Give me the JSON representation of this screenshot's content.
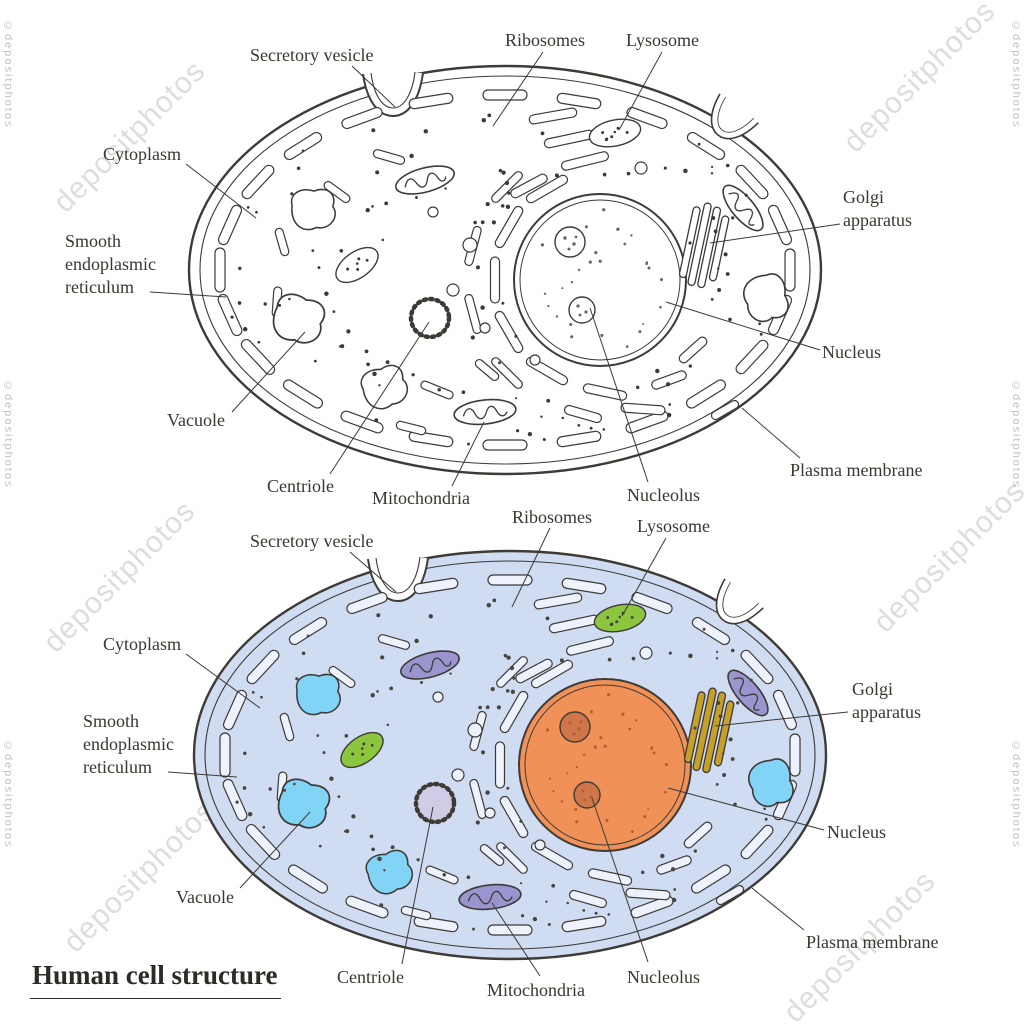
{
  "title": "Human cell structure",
  "watermark": {
    "text": "depositphotos",
    "copyright": "©"
  },
  "organelles": {
    "secretory_vesicle": "Secretory vesicle",
    "ribosomes": "Ribosomes",
    "lysosome": "Lysosome",
    "cytoplasm": "Cytoplasm",
    "golgi_apparatus": "Golgi apparatus",
    "smooth_er": "Smooth endoplasmic reticulum",
    "nucleus": "Nucleus",
    "vacuole": "Vacuole",
    "plasma_membrane": "Plasma membrane",
    "centriole": "Centriole",
    "mitochondria": "Mitochondria",
    "nucleolus": "Nucleolus"
  },
  "colors": {
    "cytoplasm": "#cfdcf2",
    "er": "#edf2fd",
    "nucleus": "#f09158",
    "nucleolus": "#cf764a",
    "mitochondria": "#9a94cf",
    "vacuole": "#82d4f6",
    "lysosome": "#8cc63f",
    "golgi": "#c7a02a",
    "centriole": "#cfcde6",
    "line": "#3e3a36",
    "dot": "#4a443e"
  }
}
